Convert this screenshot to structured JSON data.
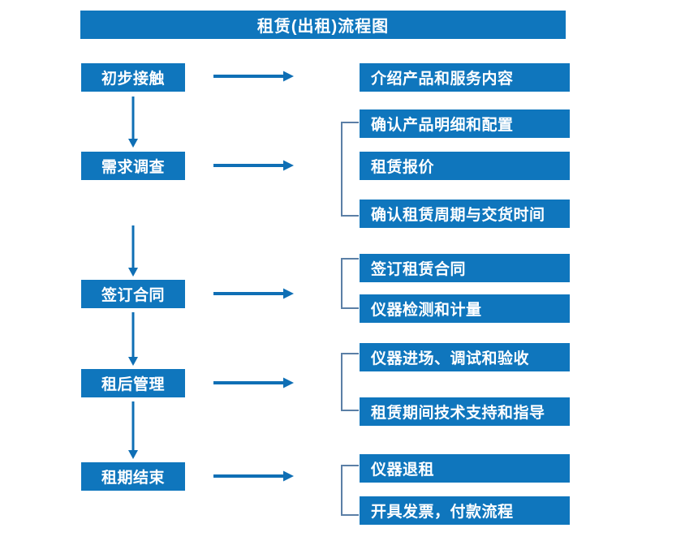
{
  "diagram": {
    "title": "租赁(出租)流程图",
    "colors": {
      "box_fill": "#0f76bd",
      "box_text": "#ffffff",
      "arrow": "#0f6fb5",
      "bracket": "#5b7fa6",
      "background": "#ffffff"
    },
    "stages": [
      {
        "id": "stage-1",
        "label": "初步接触"
      },
      {
        "id": "stage-2",
        "label": "需求调查"
      },
      {
        "id": "stage-3",
        "label": "签订合同"
      },
      {
        "id": "stage-4",
        "label": "租后管理"
      },
      {
        "id": "stage-5",
        "label": "租期结束"
      }
    ],
    "details": [
      {
        "id": "detail-1",
        "label": "介绍产品和服务内容",
        "group": 1
      },
      {
        "id": "detail-2",
        "label": "确认产品明细和配置",
        "group": 2
      },
      {
        "id": "detail-3",
        "label": "租赁报价",
        "group": 2
      },
      {
        "id": "detail-4",
        "label": "确认租赁周期与交货时间",
        "group": 2
      },
      {
        "id": "detail-5",
        "label": "签订租赁合同",
        "group": 3
      },
      {
        "id": "detail-6",
        "label": "仪器检测和计量",
        "group": 3
      },
      {
        "id": "detail-7",
        "label": "仪器进场、调试和验收",
        "group": 4
      },
      {
        "id": "detail-8",
        "label": "租赁期间技术支持和指导",
        "group": 4
      },
      {
        "id": "detail-9",
        "label": "仪器退租",
        "group": 5
      },
      {
        "id": "detail-10",
        "label": "开具发票，付款流程",
        "group": 5
      }
    ],
    "connectors": {
      "horizontal_arrow_count": 5,
      "vertical_arrow_count": 4,
      "bracket_count": 4
    }
  }
}
